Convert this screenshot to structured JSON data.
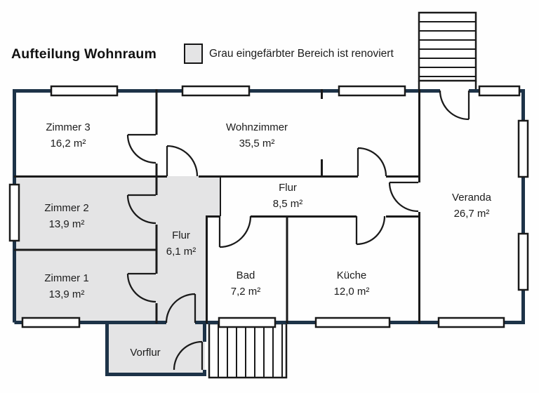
{
  "title": "Aufteilung Wohnraum",
  "legend": {
    "label": "Grau eingefärbter Bereich ist renoviert"
  },
  "colors": {
    "renovated_fill": "#e4e4e5",
    "outer_wall": "#1d3348",
    "inner_wall": "#1a1a1a",
    "text": "#1c1c1c"
  },
  "rooms": [
    {
      "name": "Zimmer 3",
      "area": "16,2 m²",
      "renovated": false
    },
    {
      "name": "Wohnzimmer",
      "area": "35,5 m²",
      "renovated": false
    },
    {
      "name": "Zimmer 2",
      "area": "13,9 m²",
      "renovated": true
    },
    {
      "name": "Zimmer 1",
      "area": "13,9 m²",
      "renovated": true
    },
    {
      "name": "Flur",
      "area": "6,1 m²",
      "renovated": true
    },
    {
      "name": "Flur",
      "area": "8,5 m²",
      "renovated": false
    },
    {
      "name": "Bad",
      "area": "7,2 m²",
      "renovated": false
    },
    {
      "name": "Küche",
      "area": "12,0 m²",
      "renovated": false
    },
    {
      "name": "Veranda",
      "area": "26,7 m²",
      "renovated": false
    },
    {
      "name": "Vorflur",
      "renovated": true
    }
  ]
}
